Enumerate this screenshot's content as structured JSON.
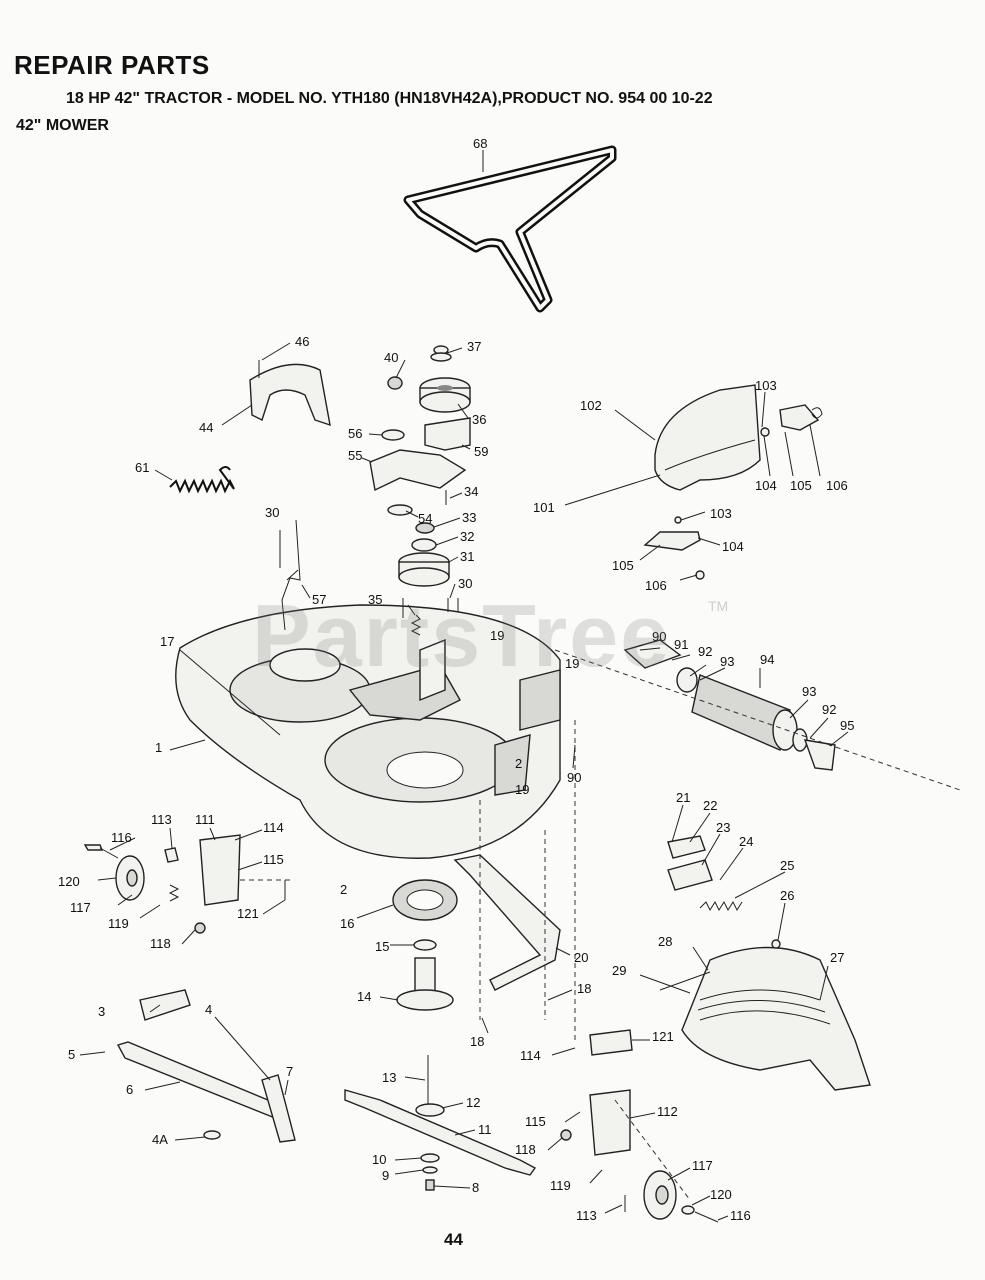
{
  "header": {
    "title": "REPAIR PARTS",
    "subtitle": "18 HP 42\" TRACTOR - MODEL NO. YTH180 (HN18VH42A),PRODUCT NO. 954 00 10-22",
    "section": "42\" MOWER"
  },
  "watermark": {
    "text": "PartsTree",
    "tm": "TM"
  },
  "footer": {
    "page_number": "44"
  },
  "callouts": [
    "68",
    "46",
    "40",
    "37",
    "44",
    "36",
    "56",
    "59",
    "61",
    "55",
    "34",
    "33",
    "54",
    "32",
    "31",
    "30",
    "30",
    "57",
    "35",
    "17",
    "1",
    "19",
    "19",
    "2",
    "19",
    "102",
    "103",
    "101",
    "104",
    "105",
    "106",
    "103",
    "105",
    "104",
    "106",
    "90",
    "91",
    "92",
    "93",
    "94",
    "93",
    "92",
    "95",
    "90",
    "113",
    "111",
    "114",
    "116",
    "115",
    "120",
    "117",
    "119",
    "121",
    "118",
    "2",
    "16",
    "15",
    "20",
    "14",
    "18",
    "18",
    "3",
    "4",
    "5",
    "6",
    "7",
    "4A",
    "21",
    "22",
    "23",
    "24",
    "25",
    "26",
    "28",
    "27",
    "29",
    "121",
    "114",
    "13",
    "12",
    "11",
    "115",
    "112",
    "118",
    "10",
    "9",
    "8",
    "117",
    "119",
    "120",
    "113",
    "116"
  ]
}
